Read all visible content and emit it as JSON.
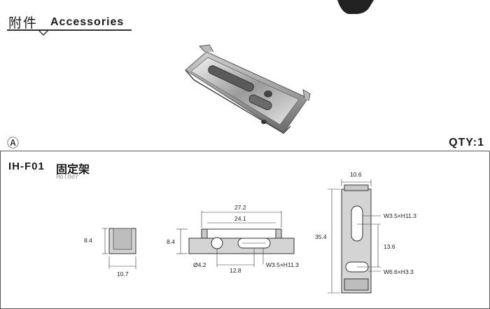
{
  "header": {
    "title_cn": "附件",
    "title_en": "Accessories"
  },
  "section": {
    "marker": "Ⓐ",
    "qty": "QTY:1"
  },
  "part": {
    "code": "IH-F01",
    "name_cn": "固定架",
    "name_en": "Holder"
  },
  "dims": {
    "side_height": "8.4",
    "side_width": "10.7",
    "front_height": "8.4",
    "front_total": "27.2",
    "front_inner": "24.1",
    "hole_dia": "Ø4.2",
    "hole_offset": "12.8",
    "slot_front": "W3.5×H11.3",
    "top_width": "10.6",
    "top_length": "35.4",
    "slot_top": "W3.5×H11.3",
    "slot_spacing": "13.6",
    "slot_small": "W6.6×H3.3"
  }
}
